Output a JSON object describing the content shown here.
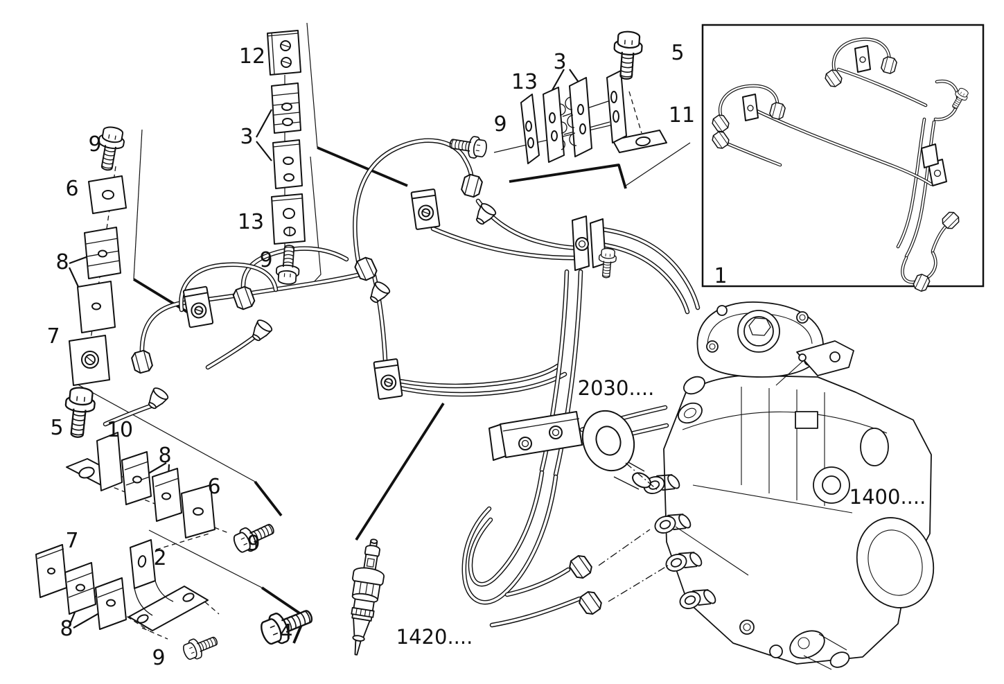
{
  "diagram": {
    "type": "exploded-parts-diagram",
    "subject": "Fuel injection system - delivery pipes, clamps and injection pump",
    "inset": {
      "label": "1"
    },
    "part_labels": {
      "banjo_union": "2030....",
      "injection_pump": "1400....",
      "injector": "1420...."
    },
    "callouts": [
      {
        "label": "9"
      },
      {
        "label": "6"
      },
      {
        "label": "8"
      },
      {
        "label": "7"
      },
      {
        "label": "12"
      },
      {
        "label": "3"
      },
      {
        "label": "13"
      },
      {
        "label": "9"
      },
      {
        "label": "13"
      },
      {
        "label": "3"
      },
      {
        "label": "9"
      },
      {
        "label": "5"
      },
      {
        "label": "11"
      },
      {
        "label": "5"
      },
      {
        "label": "10"
      },
      {
        "label": "8"
      },
      {
        "label": "6"
      },
      {
        "label": "9"
      },
      {
        "label": "7"
      },
      {
        "label": "2"
      },
      {
        "label": "8"
      },
      {
        "label": "9"
      },
      {
        "label": "4"
      }
    ],
    "colors": {
      "ink": "#111111",
      "paper": "#ffffff"
    }
  }
}
